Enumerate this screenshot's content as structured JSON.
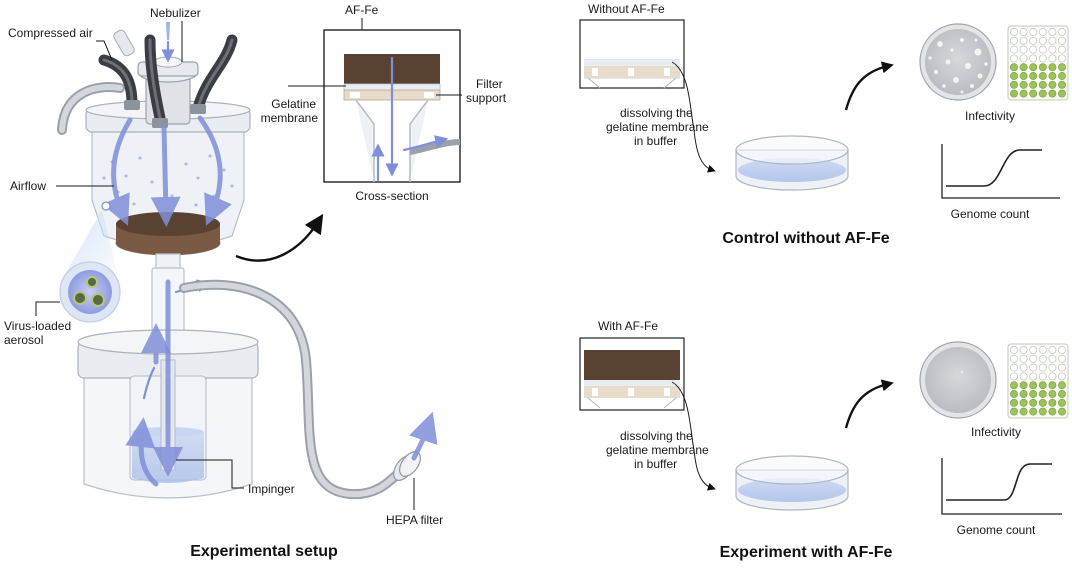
{
  "setup": {
    "labels": {
      "compressed_air": "Compressed air",
      "nebulizer": "Nebulizer",
      "airflow": "Airflow",
      "virus_aerosol_1": "Virus-loaded",
      "virus_aerosol_2": "aerosol",
      "impinger": "Impinger",
      "hepa_filter": "HEPA filter"
    },
    "cross_section": {
      "af_fe": "AF-Fe",
      "gelatine_1": "Gelatine",
      "gelatine_2": "membrane",
      "filter_1": "Filter",
      "filter_2": "support",
      "caption": "Cross-section"
    },
    "title": "Experimental setup"
  },
  "control": {
    "inset_label": "Without AF-Fe",
    "dissolving_1": "dissolving the",
    "dissolving_2": "gelatine membrane",
    "dissolving_3": "in buffer",
    "infectivity": "Infectivity",
    "genome_count": "Genome count",
    "title": "Control without AF-Fe"
  },
  "experiment": {
    "inset_label": "With AF-Fe",
    "dissolving_1": "dissolving the",
    "dissolving_2": "gelatine membrane",
    "dissolving_3": "in buffer",
    "infectivity": "Infectivity",
    "genome_count": "Genome count",
    "title": "Experiment with AF-Fe"
  },
  "colors": {
    "airflow": "#7f8fd9",
    "soil": "#5a4232",
    "well_positive": "#9cc25a",
    "hose": "#3a3d42"
  }
}
